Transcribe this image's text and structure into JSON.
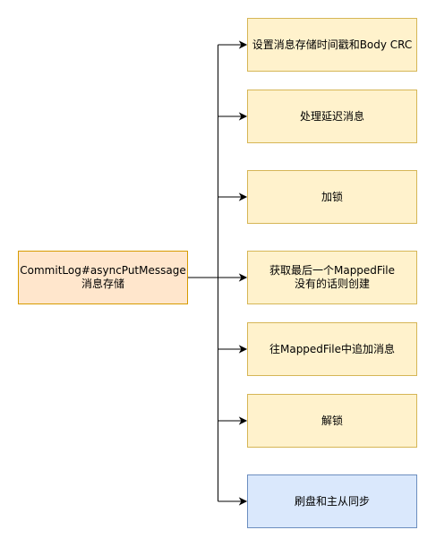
{
  "colors": {
    "source_fill": "#ffe6cc",
    "source_stroke": "#d79b00",
    "step_fill": "#fff2cc",
    "step_stroke": "#d6b656",
    "final_fill": "#dae8fc",
    "final_stroke": "#6c8ebf",
    "connector": "#000000"
  },
  "source": {
    "text": "CommitLog#asyncPutMessage\n消息存储"
  },
  "steps": [
    {
      "text": "设置消息存储时间戳和Body CRC",
      "style": "step"
    },
    {
      "text": "处理延迟消息",
      "style": "step"
    },
    {
      "text": "加锁",
      "style": "step"
    },
    {
      "text": "获取最后一个MappedFile\n没有的话则创建",
      "style": "step"
    },
    {
      "text": "往MappedFile中追加消息",
      "style": "step"
    },
    {
      "text": "解锁",
      "style": "step"
    },
    {
      "text": "刷盘和主从同步",
      "style": "final"
    }
  ]
}
